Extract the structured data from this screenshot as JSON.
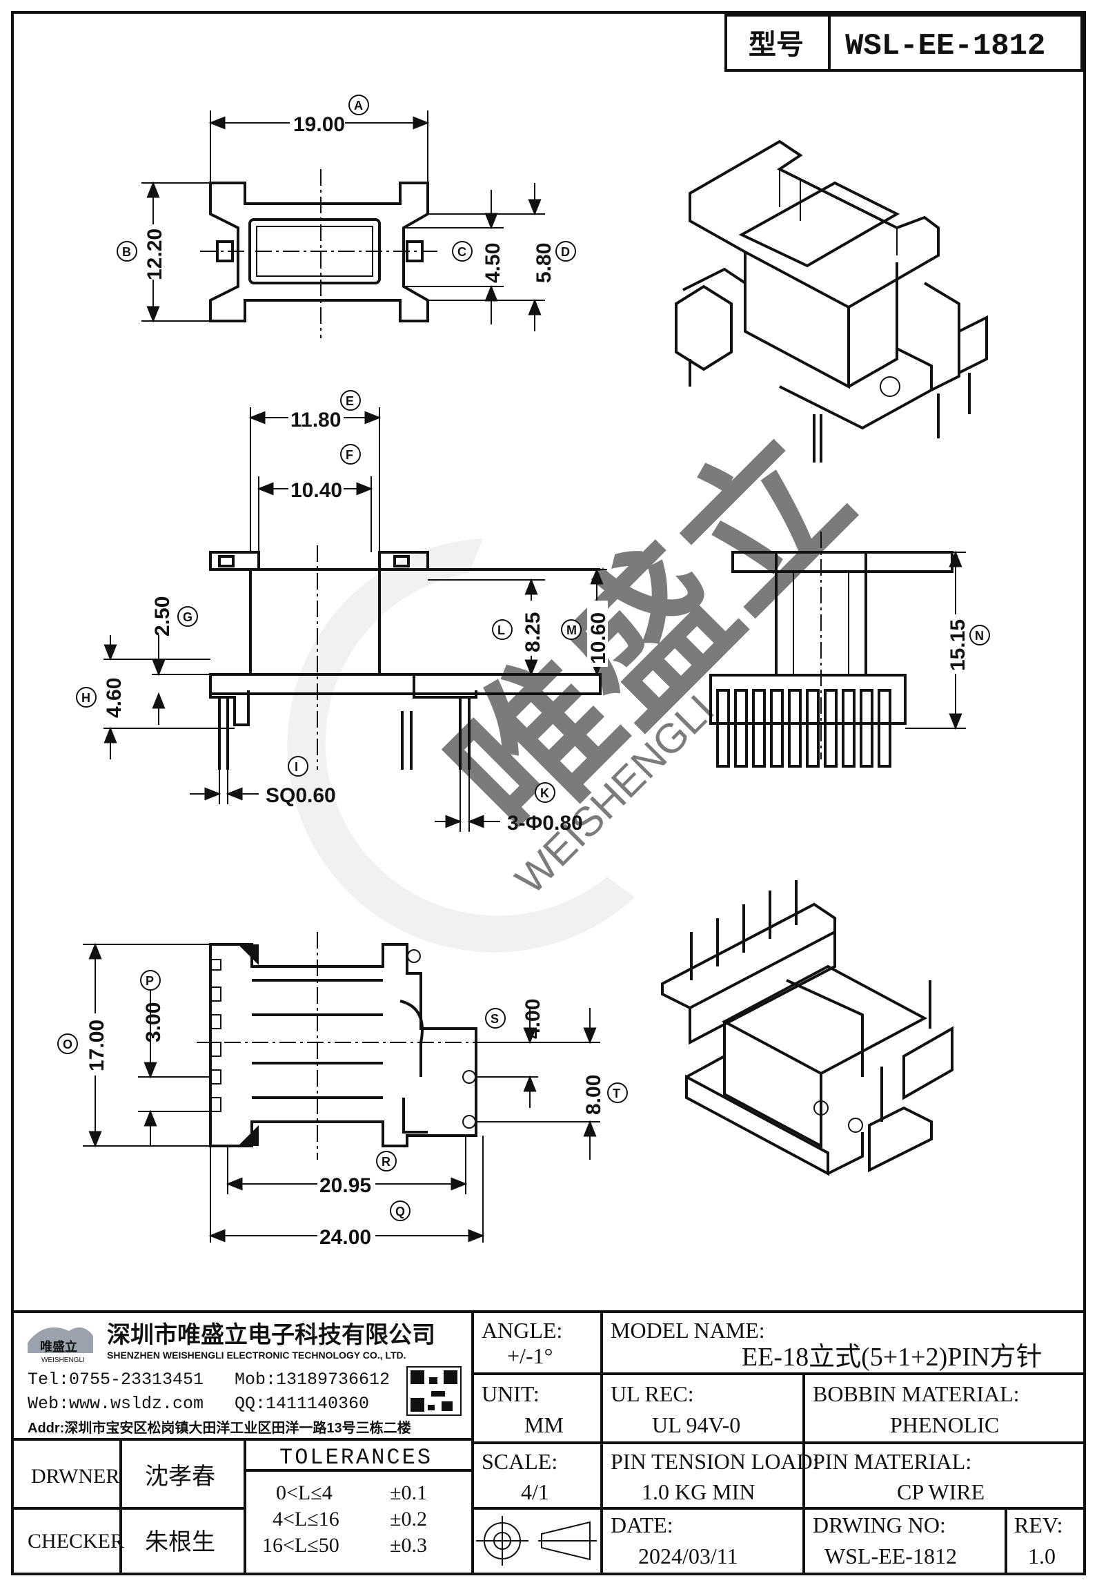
{
  "header": {
    "type_label": "型号",
    "model_code": "WSL-EE-1812"
  },
  "dimensions": {
    "A": "19.00",
    "B": "12.20",
    "C": "4.50",
    "D": "5.80",
    "E": "11.80",
    "F": "10.40",
    "G": "2.50",
    "H": "4.60",
    "I": "SQ0.60",
    "K": "3-Φ0.80",
    "L": "8.25",
    "M": "10.60",
    "N": "15.15",
    "O": "17.00",
    "P": "3.00",
    "R": "24.00",
    "Q": "20.95",
    "S": "4.00",
    "T": "8.00"
  },
  "labels": [
    "A",
    "B",
    "C",
    "D",
    "E",
    "F",
    "G",
    "H",
    "I",
    "K",
    "L",
    "M",
    "N",
    "O",
    "P",
    "Q",
    "R",
    "S",
    "T"
  ],
  "watermark": {
    "brand": "唯盛立",
    "latin": "WEISHENGLI"
  },
  "company": {
    "logo_text": "唯盛立",
    "logo_sub": "WEISHENGLI",
    "name_cn": "深圳市唯盛立电子科技有限公司",
    "name_en": "SHENZHEN WEISHENGLI ELECTRONIC TECHNOLOGY CO., LTD.",
    "tel": "Tel:0755-23313451",
    "mob": "Mob:13189736612",
    "web": "Web:www.wsldz.com",
    "qq": "QQ:1411140360",
    "addr": "Addr:深圳市宝安区松岗镇大田洋工业区田洋一路13号三栋二楼"
  },
  "title_block": {
    "angle_label": "ANGLE:",
    "angle_value": "+/-1°",
    "model_name_label": "MODEL NAME:",
    "model_name_value": "EE-18立式(5+1+2)PIN方针",
    "unit_label": "UNIT:",
    "unit_value": "MM",
    "ul_rec_label": "UL REC:",
    "ul_rec_value": "UL 94V-0",
    "bobbin_material_label": "BOBBIN MATERIAL:",
    "bobbin_material_value": "PHENOLIC",
    "scale_label": "SCALE:",
    "scale_value": "4/1",
    "pin_tension_label": "PIN TENSION LOAD:",
    "pin_tension_value": "1.0 KG MIN",
    "pin_material_label": "PIN MATERIAL:",
    "pin_material_value": "CP WIRE",
    "date_label": "DATE:",
    "date_value": "2024/03/11",
    "drawing_no_label": "DRWING NO:",
    "drawing_no_value": "WSL-EE-1812",
    "rev_label": "REV:",
    "rev_value": "1.0",
    "drawer_label": "DRWNER",
    "drawer_name": "沈孝春",
    "checker_label": "CHECKER",
    "checker_name": "朱根生",
    "tolerances_label": "TOLERANCES",
    "tolerances": [
      {
        "range": "0<L≤4",
        "value": "±0.1"
      },
      {
        "range": "4<L≤16",
        "value": "±0.2"
      },
      {
        "range": "16<L≤50",
        "value": "±0.3"
      }
    ]
  }
}
